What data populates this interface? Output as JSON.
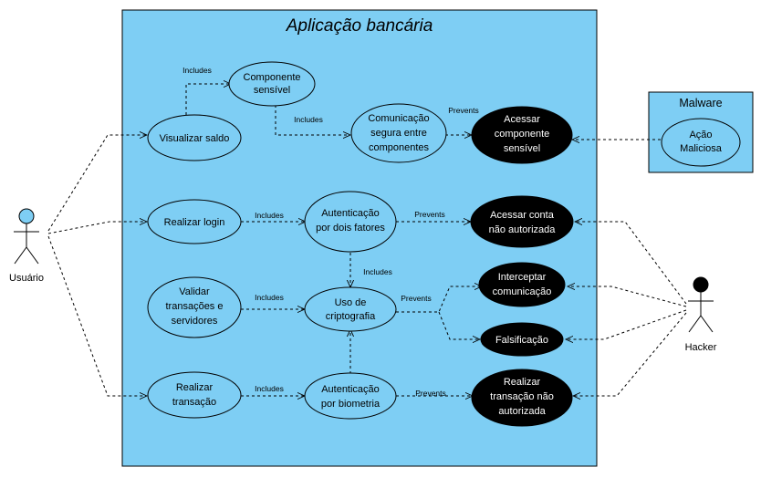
{
  "system": {
    "title": "Aplicação bancária",
    "fill": "#7ecef4"
  },
  "malware": {
    "title": "Malware",
    "usecase": [
      "Ação",
      "Maliciosa"
    ]
  },
  "actors": {
    "user": "Usuário",
    "hacker": "Hacker"
  },
  "usecases": {
    "visualizar": [
      "Visualizar saldo"
    ],
    "componente": [
      "Componente",
      "sensível"
    ],
    "comunicacao": [
      "Comunicação",
      "segura entre",
      "componentes"
    ],
    "acessar_comp": [
      "Acessar",
      "componente",
      "sensível"
    ],
    "login": [
      "Realizar login"
    ],
    "auth2f": [
      "Autenticação",
      "por dois fatores"
    ],
    "acessar_conta": [
      "Acessar conta",
      "não autorizada"
    ],
    "validar": [
      "Validar",
      "transações e",
      "servidores"
    ],
    "cripto": [
      "Uso de",
      "criptografia"
    ],
    "interceptar": [
      "Interceptar",
      "comunicação"
    ],
    "falsificacao": [
      "Falsificação"
    ],
    "transacao": [
      "Realizar",
      "transação"
    ],
    "biometria": [
      "Autenticação",
      "por biometria"
    ],
    "transacao_na": [
      "Realizar",
      "transação não",
      "autorizada"
    ]
  },
  "relations": {
    "includes": "Includes",
    "prevents": "Prevents"
  }
}
